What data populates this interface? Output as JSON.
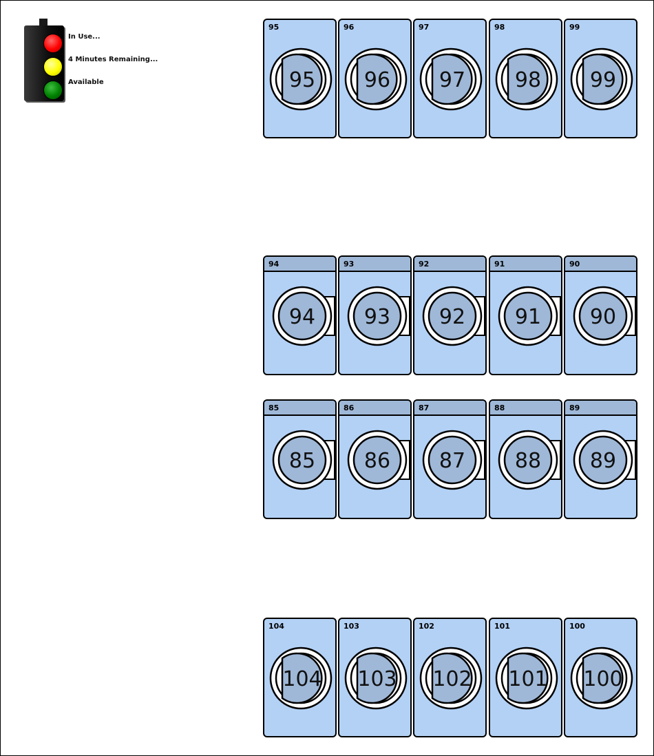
{
  "legend": {
    "in_use": "In Use...",
    "minutes_remaining": "4 Minutes Remaining...",
    "available": "Available",
    "colors": {
      "in_use": "#ff0000",
      "minutes_remaining": "#ffff00",
      "available": "#008000"
    }
  },
  "colors": {
    "machine_body": "#b3d1f5",
    "machine_door": "#9fb8d8",
    "panel": "#9fb8d8"
  },
  "rows": [
    {
      "type": "dryer",
      "machines": [
        "95",
        "96",
        "97",
        "98",
        "99"
      ]
    },
    {
      "type": "washer",
      "machines": [
        "94",
        "93",
        "92",
        "91",
        "90"
      ]
    },
    {
      "type": "washer",
      "machines": [
        "85",
        "86",
        "87",
        "88",
        "89"
      ]
    },
    {
      "type": "dryer",
      "machines": [
        "104",
        "103",
        "102",
        "101",
        "100"
      ]
    }
  ]
}
